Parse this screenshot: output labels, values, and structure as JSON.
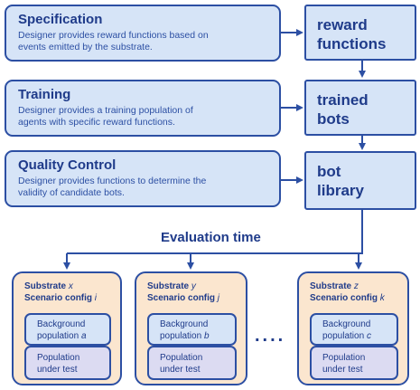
{
  "stages": [
    {
      "title": "Specification",
      "desc_line1": "Designer provides reward functions based on",
      "desc_line2": "events emitted by the substrate."
    },
    {
      "title": "Training",
      "desc_line1": "Designer provides a training population of",
      "desc_line2": "agents with specific reward functions."
    },
    {
      "title": "Quality Control",
      "desc_line1": "Designer provides functions to determine the",
      "desc_line2": "validity of candidate bots."
    }
  ],
  "outputs": [
    {
      "line1": "reward",
      "line2": "functions"
    },
    {
      "line1": "trained",
      "line2": "bots"
    },
    {
      "line1": "bot",
      "line2": "library"
    }
  ],
  "evaluation_label": "Evaluation time",
  "substrates": [
    {
      "substrate_prefix": "Substrate ",
      "substrate_var": "x",
      "scenario_prefix": "Scenario config ",
      "scenario_var": "i",
      "bg_line1": "Background",
      "bg_prefix": "population ",
      "bg_var": "a",
      "test_line1": "Population",
      "test_line2": "under test"
    },
    {
      "substrate_prefix": "Substrate ",
      "substrate_var": "y",
      "scenario_prefix": "Scenario config ",
      "scenario_var": "j",
      "bg_line1": "Background",
      "bg_prefix": "population ",
      "bg_var": "b",
      "test_line1": "Population",
      "test_line2": "under test"
    },
    {
      "substrate_prefix": "Substrate ",
      "substrate_var": "z",
      "scenario_prefix": "Scenario config ",
      "scenario_var": "k",
      "bg_line1": "Background",
      "bg_prefix": "population ",
      "bg_var": "c",
      "test_line1": "Population",
      "test_line2": "under test"
    }
  ],
  "ellipsis": "....",
  "colors": {
    "stroke": "#2c4fa3",
    "text": "#1f3b8a",
    "box_fill": "#d6e4f7",
    "substrate_fill": "#fbe6cf",
    "population_fill": "#dcdbf2"
  }
}
